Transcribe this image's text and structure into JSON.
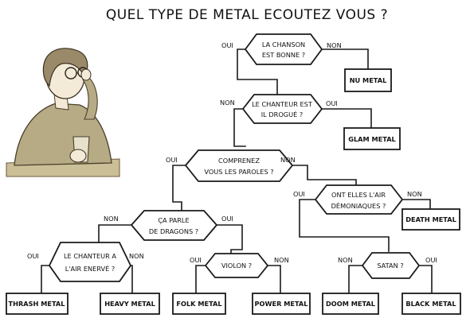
{
  "title": "QUEL TYPE DE METAL ECOUTEZ VOUS ?",
  "answers": {
    "yes": "OUI",
    "no": "NON"
  },
  "illustration": {
    "subject": "person-with-glasses-holding-cup"
  },
  "questions": {
    "q1": [
      "LA CHANSON",
      "EST BONNE ?"
    ],
    "q2": [
      "LE CHANTEUR EST",
      "IL DROGUÉ ?"
    ],
    "q3": [
      "COMPRENEZ",
      "VOUS LES PAROLES ?"
    ],
    "q4": [
      "ONT ELLES L'AIR",
      "DÉMONIAQUES ?"
    ],
    "q5": [
      "ÇA PARLE",
      "DE DRAGONS ?"
    ],
    "q6": [
      "LE CHANTEUR A",
      "L'AIR ENERVÉ ?"
    ],
    "q7": [
      "VIOLON ?"
    ],
    "q8": [
      "SATAN ?"
    ]
  },
  "results": {
    "r1": "NU METAL",
    "r2": "GLAM METAL",
    "r3": "DEATH METAL",
    "r4": "THRASH METAL",
    "r5": "HEAVY METAL",
    "r6": "FOLK METAL",
    "r7": "POWER METAL",
    "r8": "DOOM METAL",
    "r9": "BLACK METAL"
  }
}
